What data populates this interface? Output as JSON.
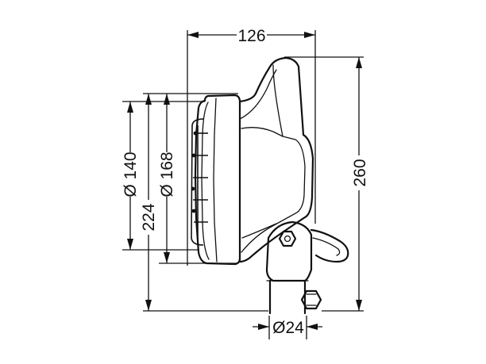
{
  "dimensions": {
    "depth": "126",
    "height": "260",
    "lens_diameter": "Ø 140",
    "housing_diameter": "Ø 168",
    "mount_height": "224",
    "tube_diameter": "Ø24"
  }
}
